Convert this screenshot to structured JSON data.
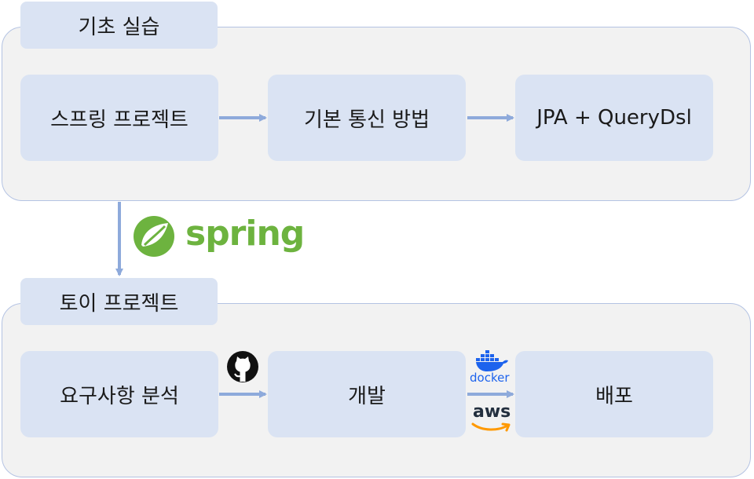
{
  "section1": {
    "title": "기초 실습",
    "steps": [
      "스프링 프로젝트",
      "기본 통신 방법",
      "JPA + QueryDsl"
    ]
  },
  "section2": {
    "title": "토이 프로젝트",
    "steps": [
      "요구사항 분석",
      "개발",
      "배포"
    ]
  },
  "logos": {
    "spring": "spring",
    "docker": "docker",
    "aws": "aws"
  },
  "icons": [
    "spring-leaf-icon",
    "github-icon",
    "docker-whale-icon",
    "aws-smile-icon"
  ],
  "colors": {
    "panel": "#f2f2f2",
    "panel_border": "#b4c3e3",
    "box": "#dae3f3",
    "arrow": "#8eaadb",
    "spring": "#6db33f",
    "docker": "#1d63ed",
    "aws": "#232f3e",
    "aws_smile": "#ff9900"
  }
}
